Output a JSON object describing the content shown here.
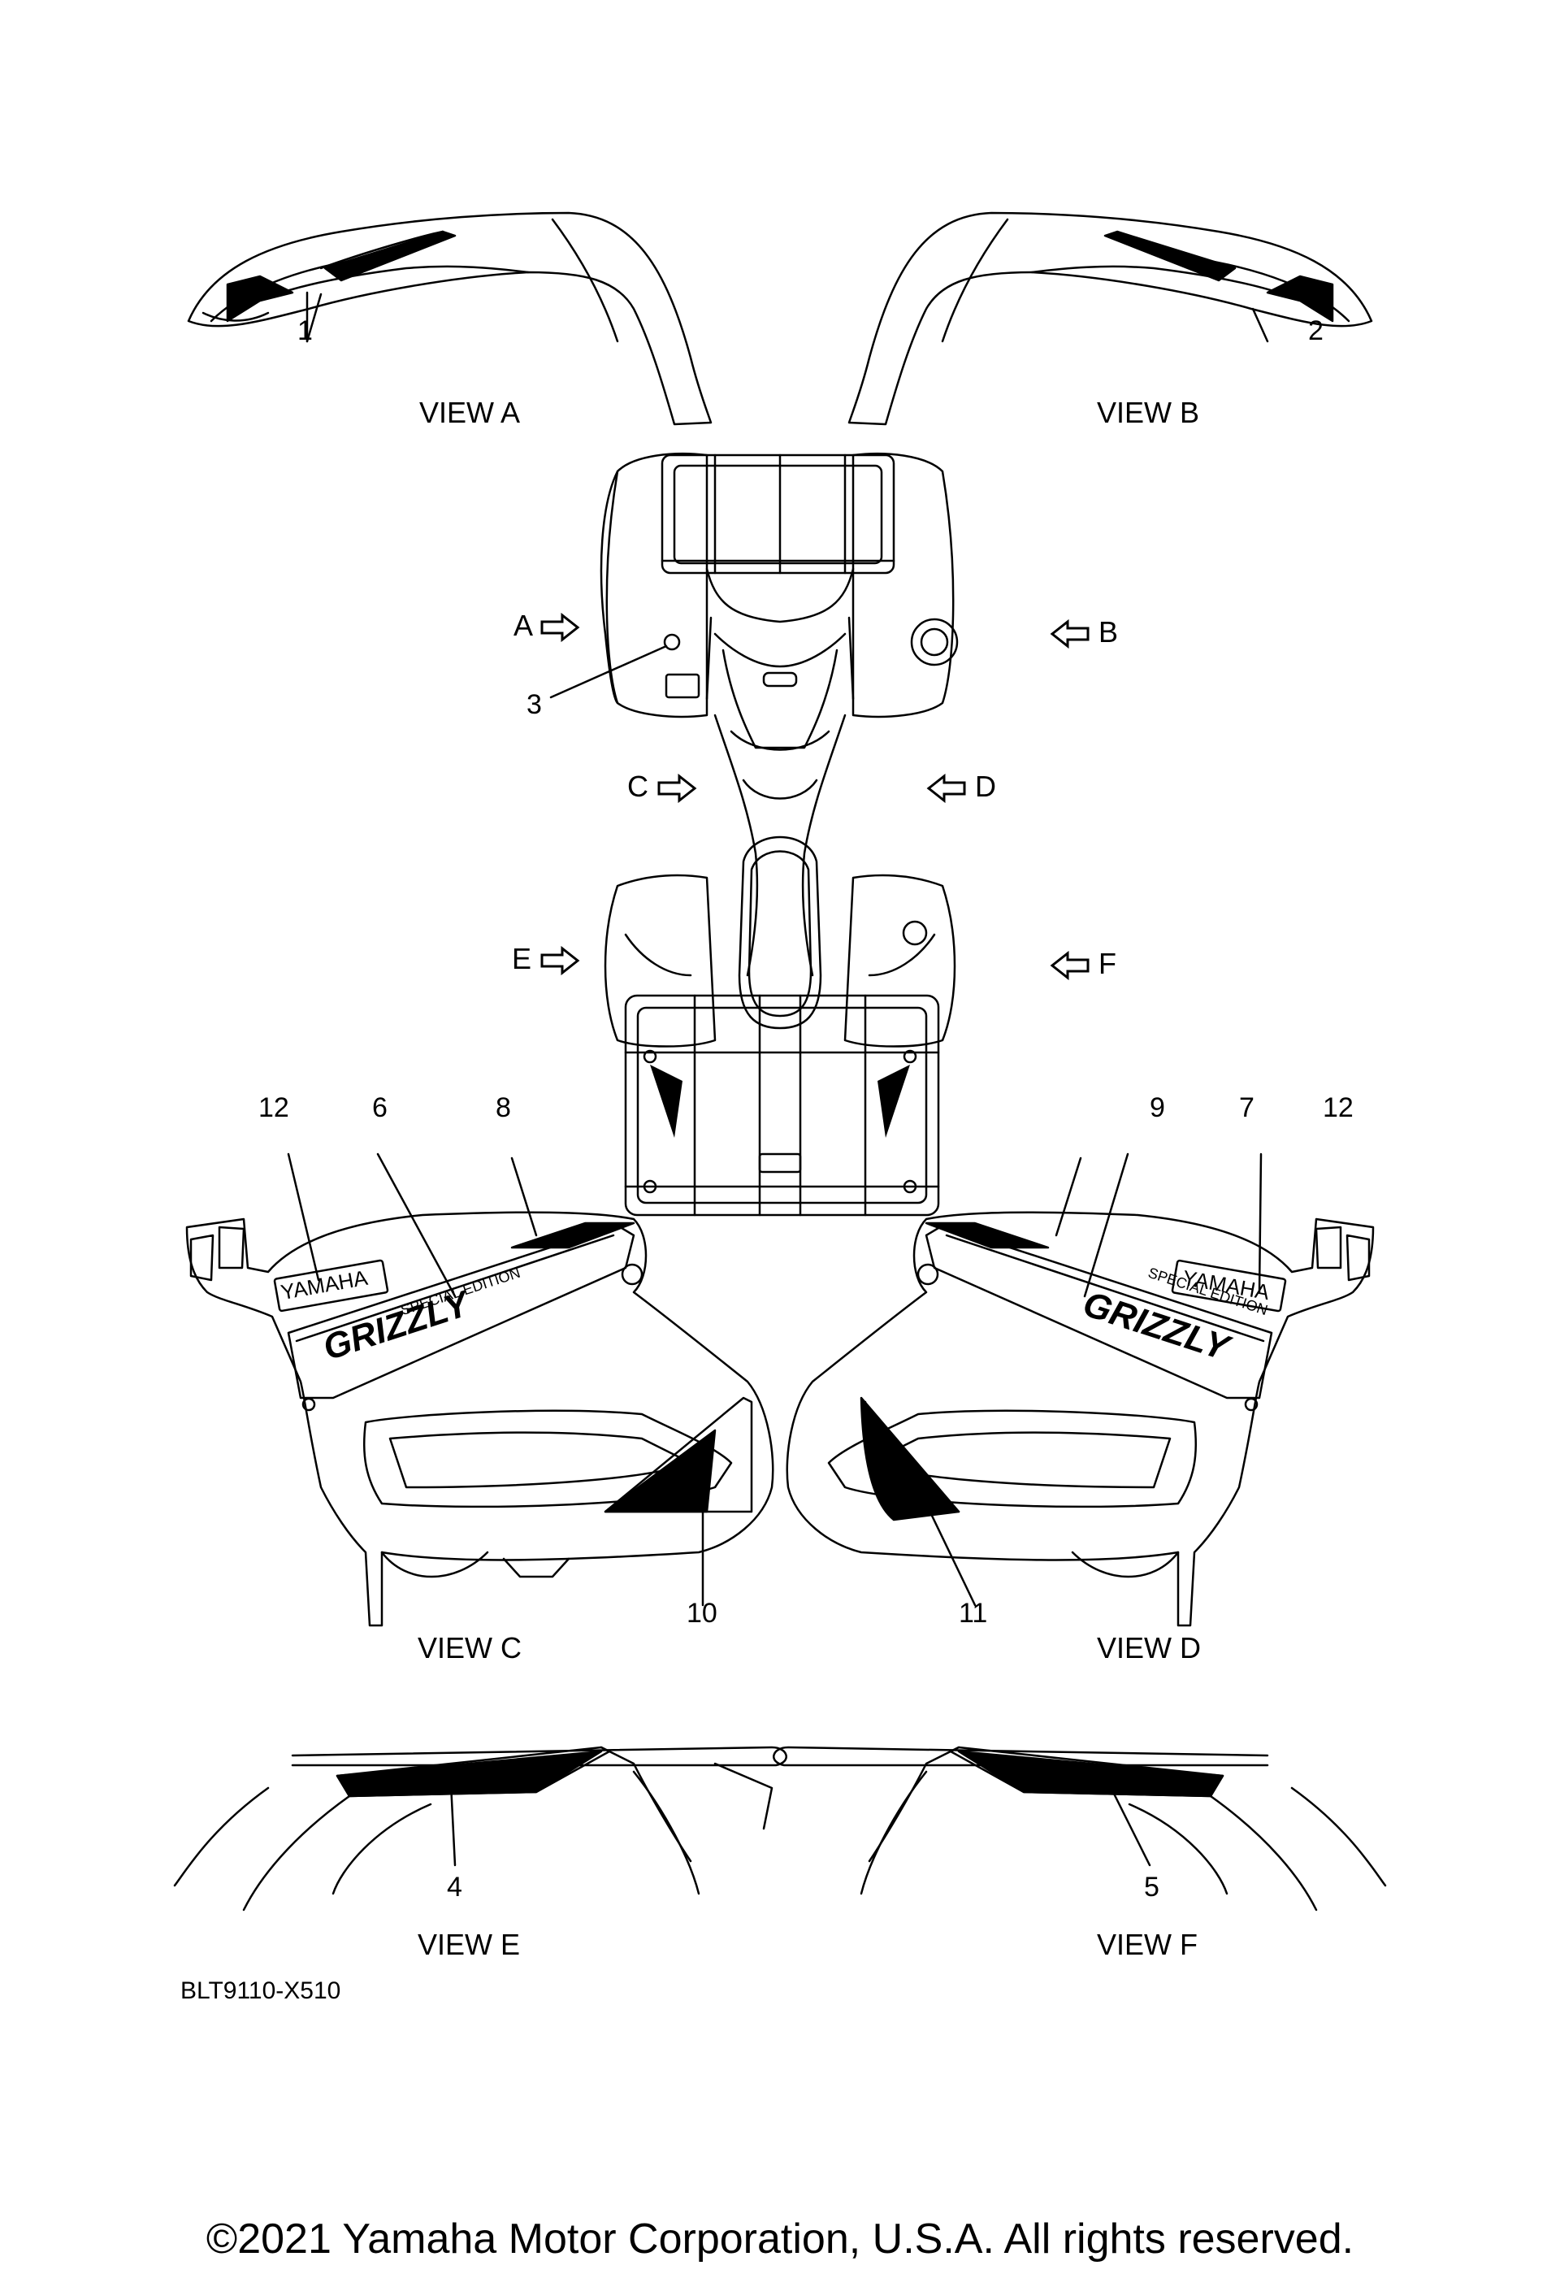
{
  "views": {
    "a": "VIEW A",
    "b": "VIEW B",
    "c": "VIEW C",
    "d": "VIEW D",
    "e": "VIEW E",
    "f": "VIEW F"
  },
  "callouts": {
    "n1": "1",
    "n2": "2",
    "n3": "3",
    "n4": "4",
    "n5": "5",
    "n6": "6",
    "n7": "7",
    "n8": "8",
    "n9": "9",
    "n10": "10",
    "n11": "11",
    "n12_left": "12",
    "n12_right": "12"
  },
  "view_arrows": {
    "a": "A",
    "b": "B",
    "c": "C",
    "d": "D",
    "e": "E",
    "f": "F"
  },
  "decal_text": {
    "yamaha": "YAMAHA",
    "special_edition": "SPECIAL EDITION",
    "grizzly": "GRIZZLY"
  },
  "diagram_code": "BLT9110-X510",
  "copyright": "©2021 Yamaha Motor Corporation, U.S.A. All rights reserved.",
  "line_color": "#000000",
  "background": "#ffffff"
}
